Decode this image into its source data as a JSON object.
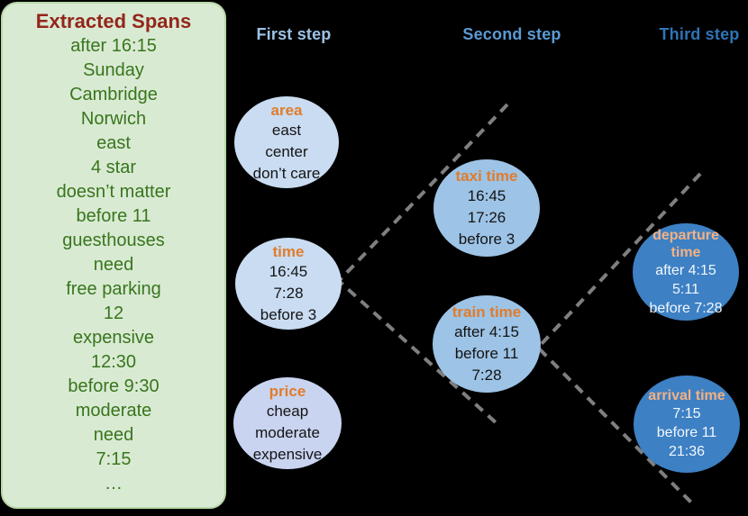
{
  "palette": {
    "background": "#000000",
    "box_fill": "#d9ead3",
    "box_border": "#b7d7a8",
    "box_title_color": "#93261a",
    "box_text_color": "#38761d",
    "step1_header_color": "#9dc3e6",
    "step2_header_color": "#5b9bd5",
    "step3_header_color": "#2e75b6",
    "step1_circle_fill": "#c9dcf2",
    "price_circle_fill": "#c9d4f0",
    "step2_circle_fill": "#9dc3e6",
    "step3_circle_fill": "#3d80c4",
    "cluster_title_orange": "#e07c2c",
    "step3_title_orange": "#f4b183",
    "dash_color": "#7f7f7f"
  },
  "extracted_spans": {
    "title": "Extracted Spans",
    "items": [
      "after 16:15",
      "Sunday",
      "Cambridge",
      "Norwich",
      "east",
      "4 star",
      "doesn’t matter",
      "before 11",
      "guesthouses",
      "need",
      "free parking",
      "12",
      "expensive",
      "12:30",
      "before 9:30",
      "moderate",
      "need",
      "7:15",
      "…"
    ]
  },
  "steps": {
    "first": {
      "label": "First step"
    },
    "second": {
      "label": "Second step"
    },
    "third": {
      "label": "Third step"
    }
  },
  "clusters": {
    "area": {
      "title": "area",
      "items": [
        "east",
        "center",
        "don’t care"
      ]
    },
    "time": {
      "title": "time",
      "items": [
        "16:45",
        "7:28",
        "before 3"
      ]
    },
    "price": {
      "title": "price",
      "items": [
        "cheap",
        "moderate",
        "expensive"
      ]
    },
    "taxi_time": {
      "title": "taxi time",
      "items": [
        "16:45",
        "17:26",
        "before 3"
      ]
    },
    "train_time": {
      "title": "train time",
      "items": [
        "after 4:15",
        "before 11",
        "7:28"
      ]
    },
    "departure_time": {
      "title": "departure time",
      "items": [
        "after 4:15",
        "5:11",
        "before 7:28"
      ]
    },
    "arrival_time": {
      "title": "arrival time",
      "items": [
        "7:15",
        "before 11",
        "21:36"
      ]
    }
  }
}
